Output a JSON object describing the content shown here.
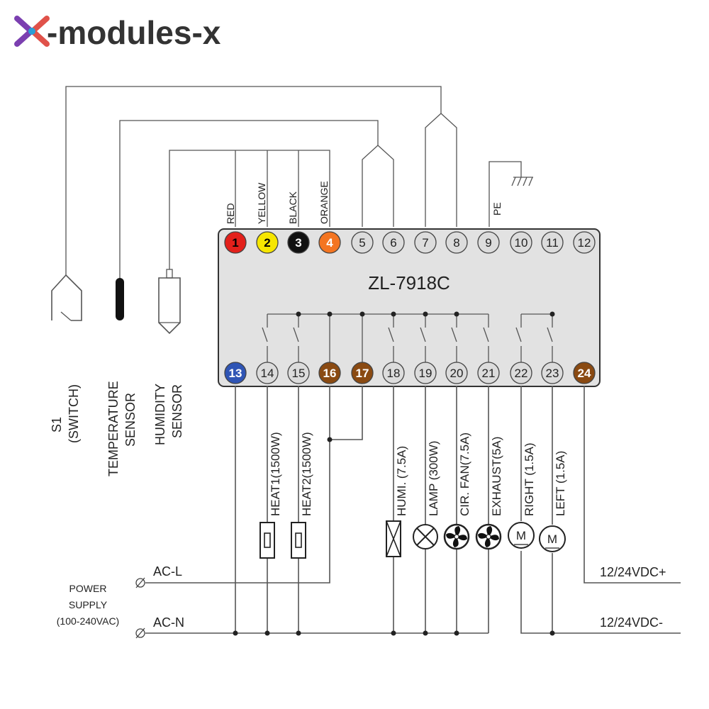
{
  "brand": {
    "logo_text": "-modules-x",
    "colors": {
      "x_left": "#7b3fb0",
      "x_right": "#e0524a",
      "x_mid": "#2a9fd6"
    }
  },
  "controller": {
    "model": "ZL-7918C",
    "top_terminals": [
      {
        "num": "1",
        "color": "#e3201b",
        "text_color": "#000000"
      },
      {
        "num": "2",
        "color": "#f6e600",
        "text_color": "#000000"
      },
      {
        "num": "3",
        "color": "#111111",
        "text_color": "#ffffff"
      },
      {
        "num": "4",
        "color": "#f47521",
        "text_color": "#ffffff"
      },
      {
        "num": "5",
        "color": "#dcdcdc",
        "text_color": "#222222"
      },
      {
        "num": "6",
        "color": "#dcdcdc",
        "text_color": "#222222"
      },
      {
        "num": "7",
        "color": "#dcdcdc",
        "text_color": "#222222"
      },
      {
        "num": "8",
        "color": "#dcdcdc",
        "text_color": "#222222"
      },
      {
        "num": "9",
        "color": "#dcdcdc",
        "text_color": "#222222"
      },
      {
        "num": "10",
        "color": "#dcdcdc",
        "text_color": "#222222"
      },
      {
        "num": "11",
        "color": "#dcdcdc",
        "text_color": "#222222"
      },
      {
        "num": "12",
        "color": "#dcdcdc",
        "text_color": "#222222"
      }
    ],
    "bottom_terminals": [
      {
        "num": "13",
        "color": "#2f55b5",
        "text_color": "#ffffff"
      },
      {
        "num": "14",
        "color": "#dcdcdc",
        "text_color": "#222222"
      },
      {
        "num": "15",
        "color": "#dcdcdc",
        "text_color": "#222222"
      },
      {
        "num": "16",
        "color": "#8a4a12",
        "text_color": "#ffffff"
      },
      {
        "num": "17",
        "color": "#8a4a12",
        "text_color": "#ffffff"
      },
      {
        "num": "18",
        "color": "#dcdcdc",
        "text_color": "#222222"
      },
      {
        "num": "19",
        "color": "#dcdcdc",
        "text_color": "#222222"
      },
      {
        "num": "20",
        "color": "#dcdcdc",
        "text_color": "#222222"
      },
      {
        "num": "21",
        "color": "#dcdcdc",
        "text_color": "#222222"
      },
      {
        "num": "22",
        "color": "#dcdcdc",
        "text_color": "#222222"
      },
      {
        "num": "23",
        "color": "#dcdcdc",
        "text_color": "#222222"
      },
      {
        "num": "24",
        "color": "#8a4a12",
        "text_color": "#ffffff"
      }
    ],
    "wire_colors": [
      "RED",
      "YELLOW",
      "BLACK",
      "ORANGE"
    ],
    "pe_label": "PE"
  },
  "inputs": {
    "switch": [
      "S1",
      "(SWITCH)"
    ],
    "temperature": [
      "TEMPERATURE",
      "SENSOR"
    ],
    "humidity": [
      "HUMIDITY",
      "SENSOR"
    ]
  },
  "loads": [
    {
      "label": "HEAT1(1500W)",
      "icon": "heater-icon"
    },
    {
      "label": "HEAT2(1500W)",
      "icon": "heater-icon"
    },
    {
      "label": "HUMI. (7.5A)",
      "icon": "humidifier-icon"
    },
    {
      "label": "LAMP (300W)",
      "icon": "lamp-icon"
    },
    {
      "label": "CIR. FAN(7.5A)",
      "icon": "fan-icon"
    },
    {
      "label": "EXHAUST(5A)",
      "icon": "fan-icon"
    },
    {
      "label": "RIGHT (1.5A)",
      "icon": "motor-icon"
    },
    {
      "label": "LEFT (1.5A)",
      "icon": "motor-icon"
    }
  ],
  "power": {
    "title": [
      "POWER",
      "SUPPLY",
      "(100-240VAC)"
    ],
    "ac_l": "AC-L",
    "ac_n": "AC-N",
    "dc_plus": "12/24VDC+",
    "dc_minus": "12/24VDC-",
    "motor_letter": "M"
  }
}
